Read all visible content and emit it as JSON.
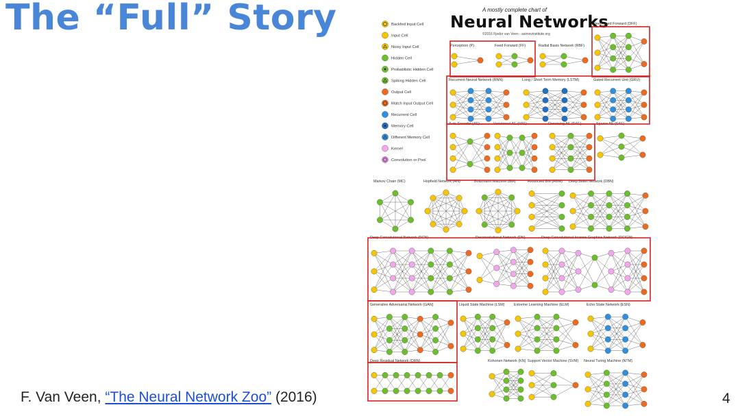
{
  "slide": {
    "title": "The “Full” Story",
    "citation_prefix": "F. Van Veen, ",
    "citation_link": "“The Neural Network Zoo”",
    "citation_suffix": " (2016)",
    "page_number": "4"
  },
  "figure": {
    "subtitle": "A mostly complete chart of",
    "title": "Neural Networks",
    "credit": "©2016 Fjodor van Veen - asimovinstitute.org",
    "colors": {
      "input": "#f7c600",
      "hidden": "#6bbf2a",
      "output": "#ee6a1f",
      "recurrent": "#2e8fe0",
      "memory": "#1f6fc4",
      "kernel": "#f2a6ec",
      "convolution": "#e48de0",
      "highlight": "#d42222",
      "edge": "#333333"
    },
    "legend": [
      {
        "label": "Backfed Input Cell",
        "fill": "#f7c600",
        "ring": true
      },
      {
        "label": "Input Cell",
        "fill": "#f7c600"
      },
      {
        "label": "Noisy Input Cell",
        "fill": "#f7c600",
        "tri": true
      },
      {
        "label": "Hidden Cell",
        "fill": "#6bbf2a"
      },
      {
        "label": "Probablistic Hidden Cell",
        "fill": "#6bbf2a",
        "dot": true
      },
      {
        "label": "Spiking Hidden Cell",
        "fill": "#6bbf2a",
        "tri": true
      },
      {
        "label": "Output Cell",
        "fill": "#ee6a1f"
      },
      {
        "label": "Match Input Output Cell",
        "fill": "#ee6a1f",
        "ring": true
      },
      {
        "label": "Recurrent Cell",
        "fill": "#2e8fe0"
      },
      {
        "label": "Memory Cell",
        "fill": "#1f6fc4",
        "dot": true
      },
      {
        "label": "Different Memory Cell",
        "fill": "#2e8fe0",
        "tri": true
      },
      {
        "label": "Kernel",
        "fill": "#f2a6ec"
      },
      {
        "label": "Convolution or Pool",
        "fill": "#e48de0",
        "ring": true
      }
    ],
    "networks": [
      {
        "label": "Perceptron (P)",
        "kind": "layers",
        "layers": [
          "II",
          "O"
        ]
      },
      {
        "label": "Feed Forward (FF)",
        "kind": "layers",
        "layers": [
          "II",
          "HH",
          "O"
        ]
      },
      {
        "label": "Radial Basis Network (RBF)",
        "kind": "layers",
        "layers": [
          "II",
          "HH",
          "O"
        ]
      },
      {
        "label": "Deep Feed Forward (DFF)",
        "kind": "layers",
        "layers": [
          "III",
          "HHHH",
          "HHHH",
          "OO"
        ]
      },
      {
        "label": "Recurrent Neural Network (RNN)",
        "kind": "layers",
        "layers": [
          "III",
          "RRRR",
          "RRRR",
          "OOO"
        ]
      },
      {
        "label": "Long / Short Term Memory (LSTM)",
        "kind": "layers",
        "layers": [
          "III",
          "MMMM",
          "MMMM",
          "OOO"
        ]
      },
      {
        "label": "Gated Recurrent Unit (GRU)",
        "kind": "layers",
        "layers": [
          "III",
          "RRRR",
          "RRRR",
          "OOO"
        ]
      },
      {
        "label": "Auto Encoder (AE)",
        "kind": "layers",
        "layers": [
          "IIII",
          "HH",
          "OOOO"
        ]
      },
      {
        "label": "Variational AE (VAE)",
        "kind": "layers",
        "layers": [
          "IIII",
          "HHH",
          "HHH",
          "OOOO"
        ]
      },
      {
        "label": "Denoising AE (DAE)",
        "kind": "layers",
        "layers": [
          "IIII",
          "HHHH",
          "OOOO"
        ]
      },
      {
        "label": "Sparse AE (SAE)",
        "kind": "layers",
        "layers": [
          "II",
          "HHH",
          "OO"
        ]
      },
      {
        "label": "Markov Chain (MC)",
        "kind": "ring",
        "n": 6,
        "cell": "H"
      },
      {
        "label": "Hopfield Network (HN)",
        "kind": "ring",
        "n": 8,
        "cell": "I"
      },
      {
        "label": "Boltzmann Machine (BM)",
        "kind": "ring",
        "n": 8,
        "cell": "IH"
      },
      {
        "label": "Restricted BM (RBM)",
        "kind": "layers",
        "layers": [
          "IIII",
          "HHHH"
        ]
      },
      {
        "label": "Deep Belief Network (DBN)",
        "kind": "layers",
        "layers": [
          "III",
          "HHHH",
          "HHHH",
          "HHHH",
          "OOO"
        ]
      },
      {
        "label": "Deep Convolutional Network (DCN)",
        "kind": "layers",
        "layers": [
          "III",
          "KKKK",
          "KKKK",
          "HHHH",
          "HHHH",
          "OOO"
        ]
      },
      {
        "label": "Deconvolutional Network (DN)",
        "kind": "layers",
        "layers": [
          "II",
          "KKK",
          "KKKK",
          "OOOO"
        ]
      },
      {
        "label": "Deep Convolutional Inverse Graphics Network (DCIGN)",
        "kind": "layers",
        "layers": [
          "IIII",
          "KKKK",
          "KKK",
          "HH",
          "KKK",
          "KKKK",
          "OOOO"
        ]
      },
      {
        "label": "Generative Adversarial Network (GAN)",
        "kind": "layers",
        "layers": [
          "III",
          "HHHH",
          "HHHH",
          "OOO",
          "HHHH",
          "OO"
        ]
      },
      {
        "label": "Liquid State Machine (LSM)",
        "kind": "layers",
        "layers": [
          "III",
          "HHHH",
          "HHHH",
          "OO"
        ]
      },
      {
        "label": "Extreme Learning Machine (ELM)",
        "kind": "layers",
        "layers": [
          "III",
          "HHHH",
          "HHHH",
          "OO"
        ]
      },
      {
        "label": "Echo State Network (ESN)",
        "kind": "layers",
        "layers": [
          "III",
          "RRRR",
          "RRRR",
          "OO"
        ]
      },
      {
        "label": "Deep Residual Network (DRN)",
        "kind": "layers",
        "layers": [
          "II",
          "HH",
          "HH",
          "HH",
          "HH",
          "HH",
          "HH",
          "OO"
        ]
      },
      {
        "label": "Kohonen Network (KN)",
        "kind": "layers",
        "layers": [
          "II",
          "HHHH",
          "HHHH"
        ]
      },
      {
        "label": "Support Vector Machine (SVM)",
        "kind": "layers",
        "layers": [
          "III",
          "HHH",
          "O"
        ]
      },
      {
        "label": "Neural Turing Machine (NTM)",
        "kind": "layers",
        "layers": [
          "III",
          "HHHH",
          "RRRR",
          "OOO"
        ]
      }
    ]
  }
}
